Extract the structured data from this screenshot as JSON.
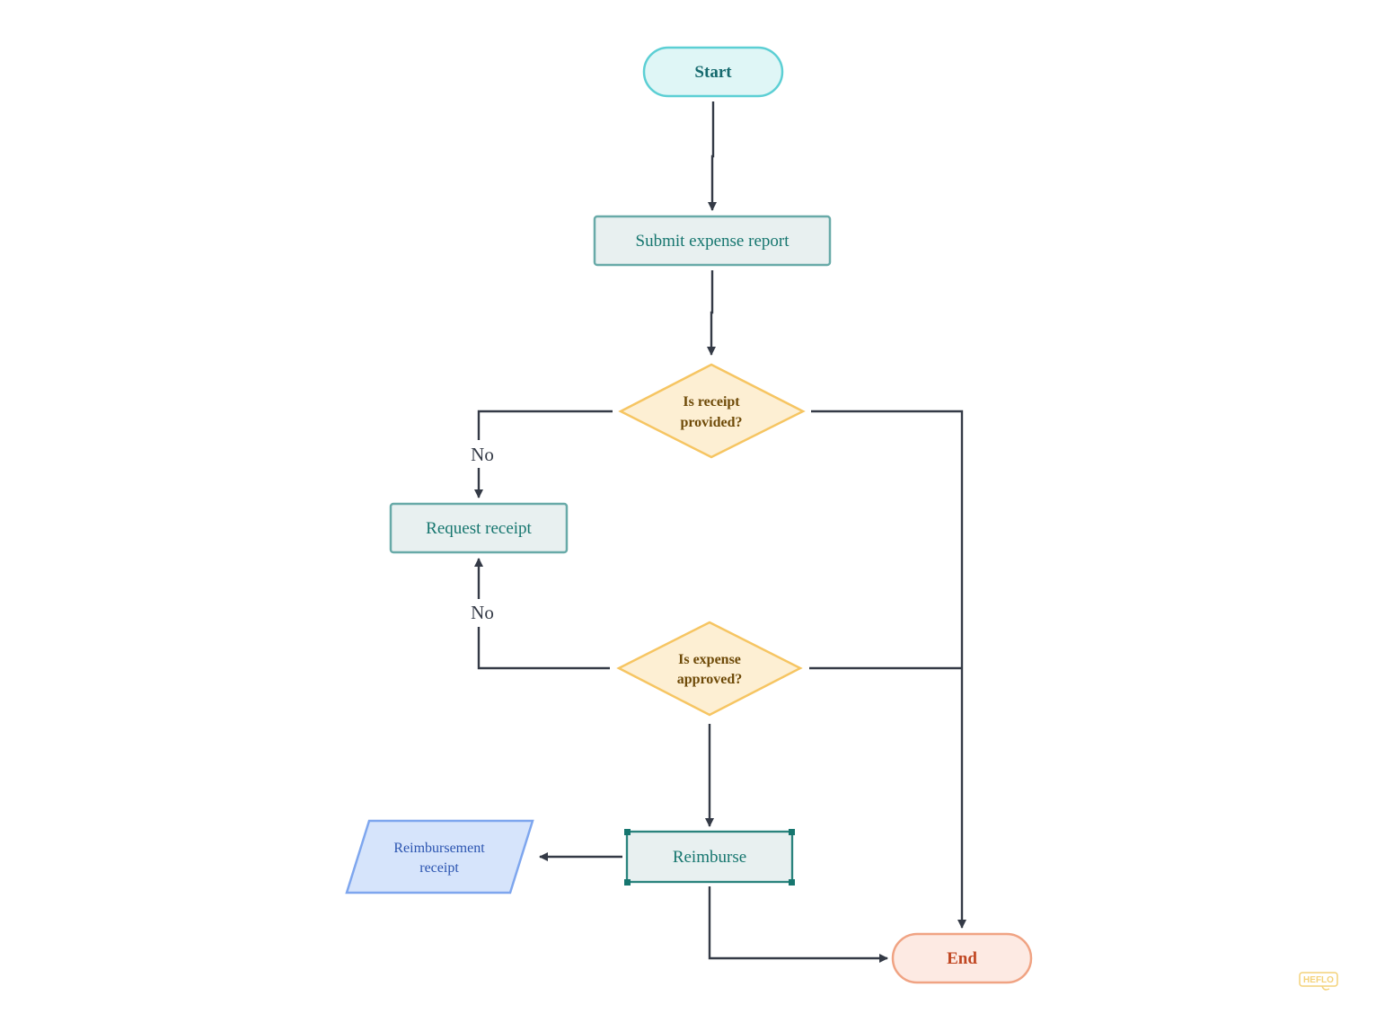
{
  "colors": {
    "edge": "#343a46",
    "terminal_start_fill": "#dff6f6",
    "terminal_start_stroke": "#5ccfd4",
    "terminal_start_text": "#166a6e",
    "process_fill": "#e8f0f0",
    "process_stroke": "#68aaa8",
    "process_text": "#16766f",
    "decision_fill": "#fdefd3",
    "decision_stroke": "#f6c562",
    "decision_text": "#6e4a08",
    "io_fill": "#d6e4fb",
    "io_stroke": "#7ea6ee",
    "io_text": "#2b54b0",
    "terminal_end_fill": "#fdeae3",
    "terminal_end_stroke": "#f0a383",
    "terminal_end_text": "#c04621",
    "selection_handle": "#16766f",
    "watermark": "#f4d27a"
  },
  "nodes": {
    "start": {
      "label": "Start"
    },
    "submit": {
      "label": "Submit expense report"
    },
    "receipt_decision": {
      "label_line1": "Is receipt",
      "label_line2": "provided?"
    },
    "request_receipt": {
      "label": "Request receipt"
    },
    "approved_decision": {
      "label_line1": "Is expense",
      "label_line2": "approved?"
    },
    "reimburse": {
      "label": "Reimburse"
    },
    "reimbursement_receipt": {
      "label_line1": "Reimbursement",
      "label_line2": "receipt"
    },
    "end": {
      "label": "End"
    }
  },
  "edges": {
    "receipt_no_label": "No",
    "approved_no_label": "No"
  },
  "watermark": {
    "text": "HEFLO"
  }
}
